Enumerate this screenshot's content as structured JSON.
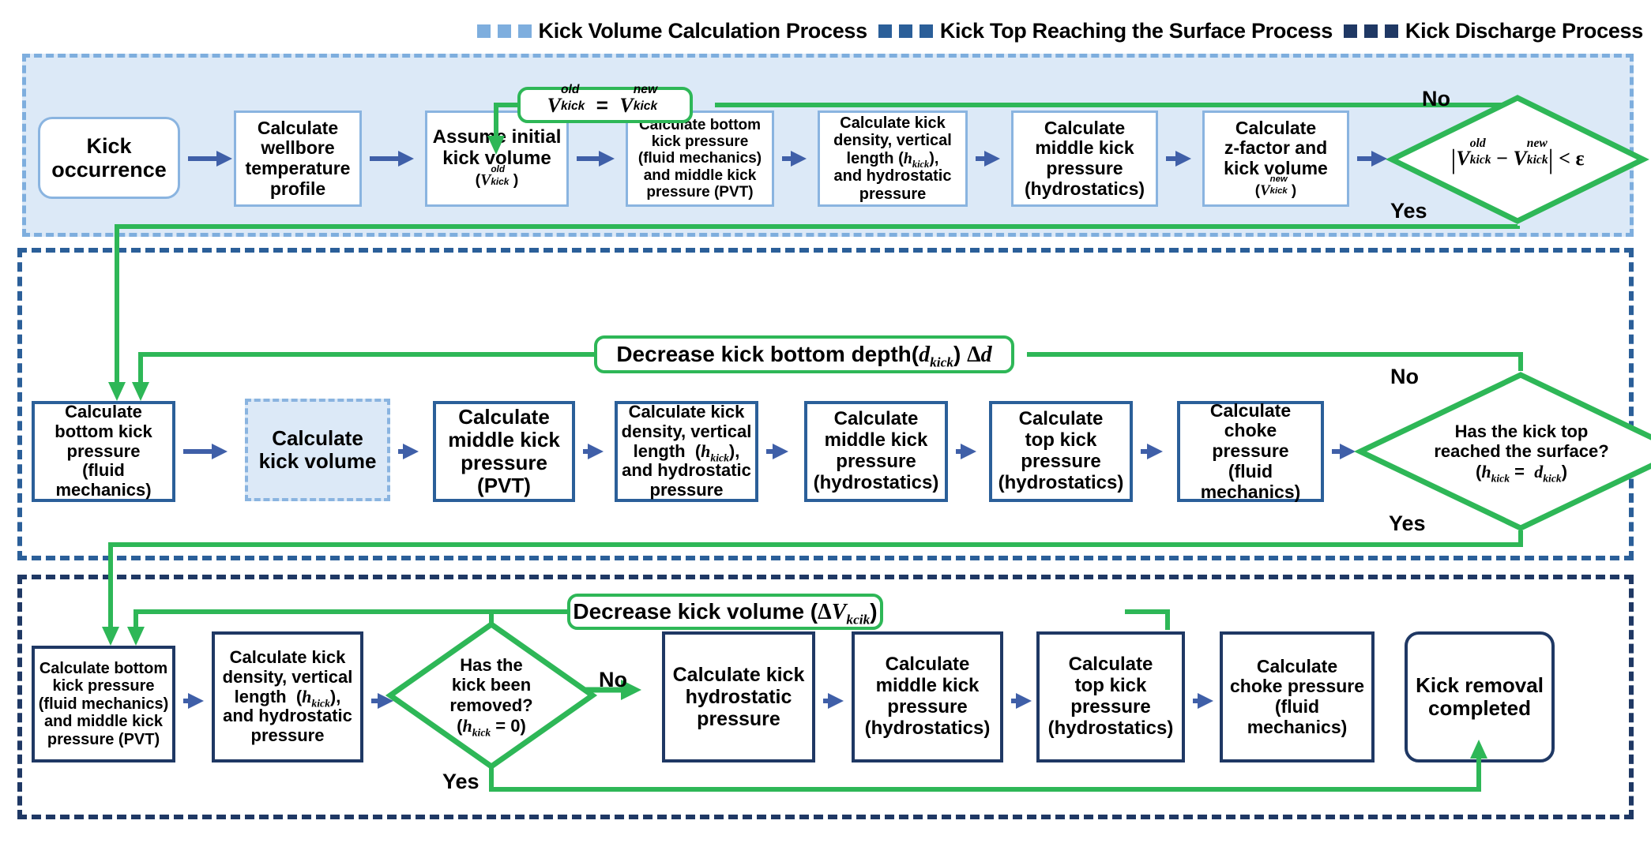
{
  "legend": {
    "items": [
      {
        "label": "Kick Volume Calculation Process",
        "color": "#7eaede",
        "swatches": 3
      },
      {
        "label": "Kick Top Reaching the Surface Process",
        "color": "#2b5f99",
        "swatches": 3
      },
      {
        "label": "Kick Discharge Process",
        "color": "#1f3864",
        "swatches": 3
      }
    ]
  },
  "colors": {
    "band1_fill": "#dce9f7",
    "band1_border": "#7eaede",
    "band2_border": "#2b5f99",
    "band3_border": "#1f3864",
    "green": "#2eb757",
    "arrow_blue": "#3f5fa8",
    "node_light": "#8ab4e0",
    "node_mid": "#2b5f99",
    "node_dark": "#1f3864"
  },
  "row1": {
    "title": "Kick Volume Calculation Process",
    "loop_pill": "V_kick^old  =  V_kick^new",
    "nodes": [
      {
        "id": "kick-occurrence",
        "lines": [
          "Kick",
          "occurrence"
        ]
      },
      {
        "id": "wellbore-temperature",
        "lines": [
          "Calculate",
          "wellbore",
          "temperature",
          "profile"
        ]
      },
      {
        "id": "assume-initial-kick-volume",
        "lines": [
          "Assume initial",
          "kick volume",
          "(V_kick^old )"
        ]
      },
      {
        "id": "bottom-kick-pressure",
        "lines": [
          "Calculate bottom",
          "kick pressure",
          "(fluid mechanics)",
          "and middle kick",
          "pressure (PVT)"
        ]
      },
      {
        "id": "kick-density-vertical-length",
        "lines": [
          "Calculate kick",
          "density, vertical",
          "length (h_kick),",
          "and hydrostatic",
          "pressure"
        ]
      },
      {
        "id": "middle-kick-pressure",
        "lines": [
          "Calculate",
          "middle kick",
          "pressure",
          "(hydrostatics)"
        ]
      },
      {
        "id": "z-factor-kick-volume",
        "lines": [
          "Calculate",
          "z-factor and",
          "kick volume",
          "(V_kick^new )"
        ]
      }
    ],
    "decision": "|V_kick^old - V_kick^new| < ϵ",
    "branch_no": "No",
    "branch_yes": "Yes"
  },
  "row2": {
    "title": "Kick Top Reaching the Surface Process",
    "loop_pill": "Decrease kick bottom depth(d_kick) Δd",
    "nodes": [
      {
        "id": "bottom-kick-pressure-fm",
        "lines": [
          "Calculate",
          "bottom kick",
          "pressure",
          "(fluid mechanics)"
        ]
      },
      {
        "id": "calculate-kick-volume",
        "lines": [
          "Calculate",
          "kick volume"
        ]
      },
      {
        "id": "middle-kick-pressure-pvt",
        "lines": [
          "Calculate",
          "middle kick",
          "pressure",
          "(PVT)"
        ]
      },
      {
        "id": "kick-density-vertical-length-2",
        "lines": [
          "Calculate kick",
          "density, vertical",
          "length  (h_kick),",
          "and hydrostatic",
          "pressure"
        ]
      },
      {
        "id": "middle-kick-pressure-hydro",
        "lines": [
          "Calculate",
          "middle kick",
          "pressure",
          "(hydrostatics)"
        ]
      },
      {
        "id": "top-kick-pressure-hydro",
        "lines": [
          "Calculate",
          "top kick",
          "pressure",
          "(hydrostatics)"
        ]
      },
      {
        "id": "choke-pressure-fm",
        "lines": [
          "Calculate",
          "choke pressure",
          "(fluid mechanics)"
        ]
      }
    ],
    "decision": [
      "Has the kick top",
      "reached the surface?",
      "(h_kick =  d_kick)"
    ],
    "branch_no": "No",
    "branch_yes": "Yes"
  },
  "row3": {
    "title": "Kick Discharge Process",
    "loop_pill": "Decrease kick volume (ΔV_kcik)",
    "nodes": [
      {
        "id": "bottom-kick-pressure-pvt",
        "lines": [
          "Calculate bottom",
          "kick pressure",
          "(fluid mechanics)",
          "and middle kick",
          "pressure (PVT)"
        ]
      },
      {
        "id": "kick-density-vertical-length-3",
        "lines": [
          "Calculate kick",
          "density, vertical",
          "length  (h_kick),",
          "and hydrostatic",
          "pressure"
        ]
      },
      {
        "id": "kick-hydrostatic-pressure",
        "lines": [
          "Calculate kick",
          "hydrostatic",
          "pressure"
        ]
      },
      {
        "id": "middle-kick-pressure-hydro-3",
        "lines": [
          "Calculate",
          "middle kick",
          "pressure",
          "(hydrostatics)"
        ]
      },
      {
        "id": "top-kick-pressure-hydro-3",
        "lines": [
          "Calculate",
          "top kick",
          "pressure",
          "(hydrostatics)"
        ]
      },
      {
        "id": "choke-pressure-fm-3",
        "lines": [
          "Calculate",
          "choke pressure",
          "(fluid mechanics)"
        ]
      },
      {
        "id": "kick-removal-completed",
        "lines": [
          "Kick removal",
          "completed"
        ]
      }
    ],
    "decision": [
      "Has the",
      "kick been",
      "removed?",
      "(h_kick = 0)"
    ],
    "branch_no": "No",
    "branch_yes": "Yes"
  }
}
